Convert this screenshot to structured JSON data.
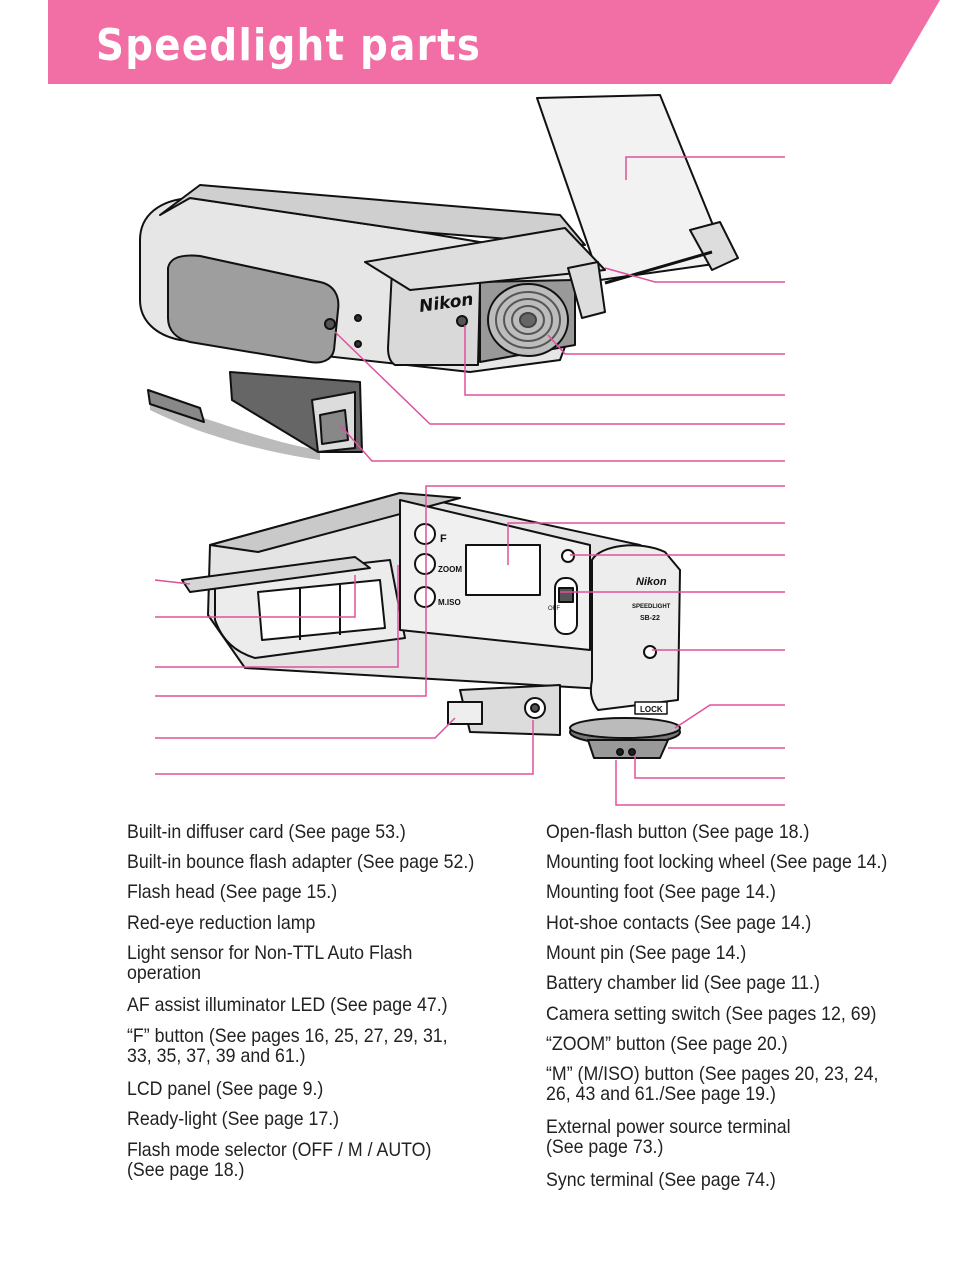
{
  "title": "Speedlight parts",
  "colors": {
    "accent": "#f26fa6",
    "leader_lines": "#e0509a"
  },
  "illustrations": {
    "top_view": {
      "brand_text": "Nikon"
    },
    "back_view": {
      "brand_text": "Nikon",
      "model_text": "SPEEDLIGHT",
      "model_number": "SB-22",
      "lock_label": "LOCK",
      "button_labels": {
        "f": "F",
        "zoom": "ZOOM",
        "m": "M.ISO"
      },
      "switch_labels": {
        "off": "OFF"
      }
    }
  },
  "parts_left": [
    "Built-in diffuser card (See page 53.)",
    "Built-in bounce flash adapter (See page 52.)",
    "Flash head (See page 15.)",
    "Red-eye reduction lamp",
    "Light sensor for Non-TTL Auto Flash\noperation",
    "AF assist illuminator LED (See page 47.)",
    "“F” button (See pages 16, 25, 27, 29, 31,\n33, 35, 37, 39 and 61.)",
    "LCD panel (See page 9.)",
    "Ready-light (See page 17.)",
    "Flash mode selector (OFF / M / AUTO)\n(See page 18.)"
  ],
  "parts_right": [
    "Open-flash button (See page 18.)",
    "Mounting foot locking wheel (See page 14.)",
    "Mounting foot (See page 14.)",
    "Hot-shoe contacts (See page 14.)",
    "Mount pin (See page 14.)",
    "Battery chamber lid (See page 11.)",
    "Camera setting switch (See pages 12, 69)",
    "“ZOOM” button (See page 20.)",
    "“M” (M/ISO) button (See pages 20, 23, 24,\n26, 43 and 61./See page 19.)",
    "External power source terminal\n(See page 73.)",
    "Sync terminal (See page 74.)"
  ]
}
